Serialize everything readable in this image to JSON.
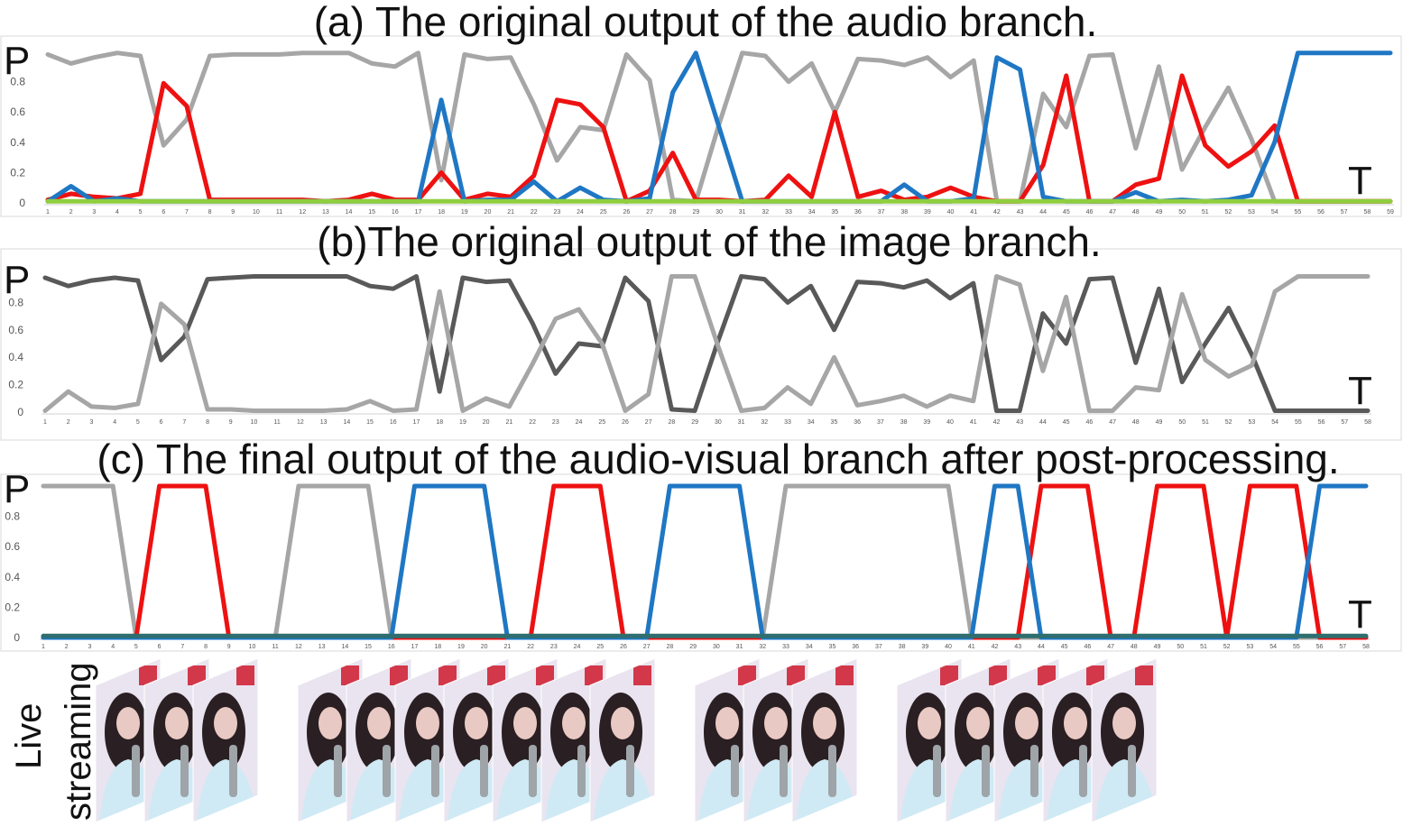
{
  "chart_data": [
    {
      "type": "line",
      "title": "(a) The original output of the audio branch.",
      "ylabel": "P",
      "xlabel": "T",
      "x": [
        1,
        2,
        3,
        4,
        5,
        6,
        7,
        8,
        9,
        10,
        11,
        12,
        13,
        14,
        15,
        16,
        17,
        18,
        19,
        20,
        21,
        22,
        23,
        24,
        25,
        26,
        27,
        28,
        29,
        30,
        31,
        32,
        33,
        34,
        35,
        36,
        37,
        38,
        39,
        40,
        41,
        42,
        43,
        44,
        45,
        46,
        47,
        48,
        49,
        50,
        51,
        52,
        53,
        54,
        55,
        56,
        57,
        58,
        59
      ],
      "ylim": [
        0,
        1
      ],
      "yticks": [
        "0",
        "0.2",
        "0.4",
        "0.6",
        "0.8"
      ],
      "grid": false,
      "series": [
        {
          "color": "#a6a6a6",
          "values": [
            0.98,
            0.92,
            0.96,
            0.99,
            0.97,
            0.38,
            0.55,
            0.97,
            0.98,
            0.98,
            0.98,
            0.99,
            0.99,
            0.99,
            0.92,
            0.9,
            0.99,
            0.15,
            0.98,
            0.95,
            0.96,
            0.65,
            0.28,
            0.5,
            0.48,
            0.98,
            0.81,
            0.02,
            0.01,
            0.52,
            0.99,
            0.97,
            0.8,
            0.92,
            0.6,
            0.95,
            0.94,
            0.91,
            0.96,
            0.83,
            0.94,
            0.01,
            0.01,
            0.72,
            0.5,
            0.97,
            0.98,
            0.36,
            0.9,
            0.22,
            0.5,
            0.76,
            0.42,
            0.01,
            0.01,
            0.01,
            0.01,
            0.01,
            0.01
          ]
        },
        {
          "color": "#ee1111",
          "values": [
            0.02,
            0.06,
            0.04,
            0.03,
            0.06,
            0.79,
            0.64,
            0.02,
            0.02,
            0.02,
            0.02,
            0.02,
            0.01,
            0.02,
            0.06,
            0.02,
            0.02,
            0.2,
            0.02,
            0.06,
            0.04,
            0.18,
            0.68,
            0.65,
            0.5,
            0.01,
            0.08,
            0.33,
            0.02,
            0.02,
            0.01,
            0.02,
            0.18,
            0.04,
            0.6,
            0.04,
            0.08,
            0.02,
            0.04,
            0.1,
            0.04,
            0.01,
            0.01,
            0.25,
            0.84,
            0.01,
            0.01,
            0.12,
            0.16,
            0.84,
            0.38,
            0.24,
            0.34,
            0.51,
            0.01,
            0.01,
            0.01,
            0.01,
            0.01
          ]
        },
        {
          "color": "#1f77c4",
          "values": [
            0.01,
            0.11,
            0.01,
            0.03,
            0.01,
            0.01,
            0.01,
            0.01,
            0.01,
            0.01,
            0.01,
            0.01,
            0.01,
            0.01,
            0.01,
            0.01,
            0.01,
            0.68,
            0.01,
            0.02,
            0.02,
            0.14,
            0.01,
            0.1,
            0.02,
            0.01,
            0.03,
            0.73,
            0.99,
            0.5,
            0.01,
            0.01,
            0.01,
            0.01,
            0.01,
            0.01,
            0.01,
            0.12,
            0.01,
            0.01,
            0.03,
            0.96,
            0.88,
            0.04,
            0.01,
            0.01,
            0.01,
            0.07,
            0.01,
            0.02,
            0.01,
            0.02,
            0.05,
            0.4,
            0.99,
            0.99,
            0.99,
            0.99,
            0.99
          ]
        },
        {
          "color": "#8fce3f",
          "values": [
            0.01,
            0.01,
            0.01,
            0.01,
            0.01,
            0.01,
            0.01,
            0.01,
            0.01,
            0.01,
            0.01,
            0.01,
            0.01,
            0.01,
            0.01,
            0.01,
            0.01,
            0.01,
            0.01,
            0.01,
            0.01,
            0.01,
            0.01,
            0.01,
            0.01,
            0.01,
            0.01,
            0.01,
            0.01,
            0.01,
            0.01,
            0.01,
            0.01,
            0.01,
            0.01,
            0.01,
            0.01,
            0.01,
            0.01,
            0.01,
            0.01,
            0.01,
            0.01,
            0.01,
            0.01,
            0.01,
            0.01,
            0.01,
            0.01,
            0.01,
            0.01,
            0.01,
            0.01,
            0.01,
            0.01,
            0.01,
            0.01,
            0.01,
            0.01
          ]
        }
      ]
    },
    {
      "type": "line",
      "title": "(b)The original output of the image branch.",
      "ylabel": "P",
      "xlabel": "T",
      "x": [
        1,
        2,
        3,
        4,
        5,
        6,
        7,
        8,
        9,
        10,
        11,
        12,
        13,
        14,
        15,
        16,
        17,
        18,
        19,
        20,
        21,
        22,
        23,
        24,
        25,
        26,
        27,
        28,
        29,
        30,
        31,
        32,
        33,
        34,
        35,
        36,
        37,
        38,
        39,
        40,
        41,
        42,
        43,
        44,
        45,
        46,
        47,
        48,
        49,
        50,
        51,
        52,
        53,
        54,
        55,
        56,
        57,
        58
      ],
      "ylim": [
        0,
        1
      ],
      "yticks": [
        "0",
        "0.2",
        "0.4",
        "0.6",
        "0.8"
      ],
      "grid": false,
      "series": [
        {
          "color": "#595959",
          "values": [
            0.98,
            0.92,
            0.96,
            0.98,
            0.96,
            0.38,
            0.55,
            0.97,
            0.98,
            0.99,
            0.99,
            0.99,
            0.99,
            0.99,
            0.92,
            0.9,
            0.99,
            0.15,
            0.98,
            0.95,
            0.96,
            0.65,
            0.28,
            0.5,
            0.48,
            0.98,
            0.81,
            0.02,
            0.01,
            0.52,
            0.99,
            0.97,
            0.8,
            0.92,
            0.6,
            0.95,
            0.94,
            0.91,
            0.96,
            0.83,
            0.94,
            0.01,
            0.01,
            0.72,
            0.5,
            0.97,
            0.98,
            0.36,
            0.9,
            0.22,
            0.5,
            0.76,
            0.42,
            0.01,
            0.01,
            0.01,
            0.01,
            0.01
          ]
        },
        {
          "color": "#a6a6a6",
          "values": [
            0.01,
            0.15,
            0.04,
            0.03,
            0.06,
            0.79,
            0.64,
            0.02,
            0.02,
            0.01,
            0.01,
            0.01,
            0.01,
            0.02,
            0.08,
            0.01,
            0.02,
            0.88,
            0.01,
            0.1,
            0.04,
            0.35,
            0.68,
            0.75,
            0.5,
            0.01,
            0.13,
            0.99,
            0.99,
            0.48,
            0.01,
            0.03,
            0.18,
            0.06,
            0.4,
            0.05,
            0.08,
            0.12,
            0.04,
            0.12,
            0.08,
            0.99,
            0.93,
            0.3,
            0.84,
            0.01,
            0.01,
            0.18,
            0.16,
            0.86,
            0.38,
            0.26,
            0.34,
            0.88,
            0.99,
            0.99,
            0.99,
            0.99
          ]
        }
      ]
    },
    {
      "type": "line",
      "title": "(c) The final output of the audio-visual branch after post-processing.",
      "ylabel": "P",
      "xlabel": "T",
      "x": [
        1,
        2,
        3,
        4,
        5,
        6,
        7,
        8,
        9,
        10,
        11,
        12,
        13,
        14,
        15,
        16,
        17,
        18,
        19,
        20,
        21,
        22,
        23,
        24,
        25,
        26,
        27,
        28,
        29,
        30,
        31,
        32,
        33,
        34,
        35,
        36,
        37,
        38,
        39,
        40,
        41,
        42,
        43,
        44,
        45,
        46,
        47,
        48,
        49,
        50,
        51,
        52,
        53,
        54,
        55,
        56,
        57,
        58
      ],
      "ylim": [
        0,
        1
      ],
      "yticks": [
        "0",
        "0.2",
        "0.4",
        "0.6",
        "0.8"
      ],
      "grid": false,
      "series": [
        {
          "color": "#a6a6a6",
          "values": [
            1,
            1,
            1,
            1,
            0,
            0,
            0,
            0,
            0,
            0,
            0,
            1,
            1,
            1,
            1,
            0,
            0,
            0,
            0,
            0,
            0,
            0,
            0,
            0,
            0,
            0,
            0,
            0,
            0,
            0,
            0,
            0,
            1,
            1,
            1,
            1,
            1,
            1,
            1,
            1,
            0,
            0,
            0,
            0,
            0,
            0,
            0,
            0,
            0,
            0,
            0,
            0,
            0,
            0,
            0,
            0,
            0,
            0
          ]
        },
        {
          "color": "#ee1111",
          "values": [
            0,
            0,
            0,
            0,
            0,
            1,
            1,
            1,
            0,
            0,
            0,
            0,
            0,
            0,
            0,
            0,
            0,
            0,
            0,
            0,
            0,
            0,
            1,
            1,
            1,
            0,
            0,
            0,
            0,
            0,
            0,
            0,
            0,
            0,
            0,
            0,
            0,
            0,
            0,
            0,
            0,
            0,
            0,
            1,
            1,
            1,
            0,
            0,
            1,
            1,
            1,
            0,
            1,
            1,
            1,
            0,
            0,
            0
          ]
        },
        {
          "color": "#1f77c4",
          "values": [
            0,
            0,
            0,
            0,
            0,
            0,
            0,
            0,
            0,
            0,
            0,
            0,
            0,
            0,
            0,
            0,
            1,
            1,
            1,
            1,
            0,
            0,
            0,
            0,
            0,
            0,
            0,
            1,
            1,
            1,
            1,
            0,
            0,
            0,
            0,
            0,
            0,
            0,
            0,
            0,
            0,
            1,
            1,
            0,
            0,
            0,
            0,
            0,
            0,
            0,
            0,
            0,
            0,
            0,
            0,
            1,
            1,
            1
          ]
        },
        {
          "color": "#2f6e6e",
          "values": [
            0.01,
            0.01,
            0.01,
            0.01,
            0.01,
            0.01,
            0.01,
            0.01,
            0.01,
            0.01,
            0.01,
            0.01,
            0.01,
            0.01,
            0.01,
            0.01,
            0.01,
            0.01,
            0.01,
            0.01,
            0.01,
            0.01,
            0.01,
            0.01,
            0.01,
            0.01,
            0.01,
            0.01,
            0.01,
            0.01,
            0.01,
            0.01,
            0.01,
            0.01,
            0.01,
            0.01,
            0.01,
            0.01,
            0.01,
            0.01,
            0.01,
            0.01,
            0.01,
            0.01,
            0.01,
            0.01,
            0.01,
            0.01,
            0.01,
            0.01,
            0.01,
            0.01,
            0.01,
            0.01,
            0.01,
            0.01,
            0.01,
            0.01
          ]
        }
      ]
    }
  ],
  "side_label": {
    "line1": "Live",
    "line2": "streaming"
  },
  "frames": {
    "groups": [
      3,
      7,
      3,
      5
    ],
    "colors": {
      "wall": "#e9e4ef",
      "hair": "#2a1f22",
      "skin": "#e9c9c3",
      "shirt": "#cfeaf4",
      "mic": "#9ea4a8",
      "poster": "#d2384a"
    }
  }
}
